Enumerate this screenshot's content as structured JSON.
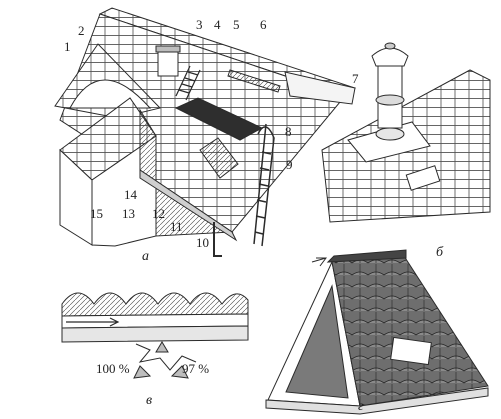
{
  "figure": {
    "panel_labels": {
      "a": "а",
      "b": "б",
      "v": "в",
      "g": "г"
    },
    "callouts": [
      "1",
      "2",
      "3",
      "4",
      "5",
      "6",
      "7",
      "8",
      "9",
      "10",
      "11",
      "12",
      "13",
      "14",
      "15"
    ],
    "percent_labels": {
      "left": "100 %",
      "right": "97 %"
    },
    "colors": {
      "line": "#2b2b2b",
      "shade": "#5a5a5a",
      "light_fill": "#d9d9d9",
      "background": "#ffffff"
    }
  }
}
